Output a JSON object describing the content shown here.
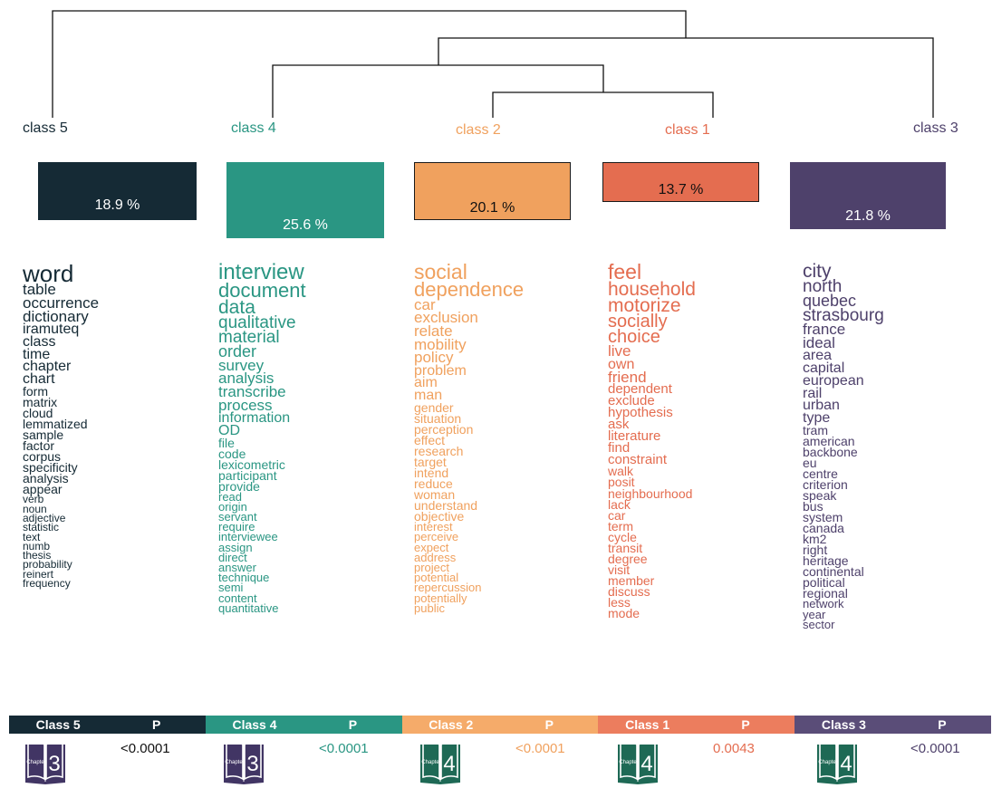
{
  "colors": {
    "class5": "#152a35",
    "class4": "#2a9683",
    "class2": "#f0a15e",
    "class1": "#e46d50",
    "class3": "#4e416b",
    "book_purple": "#413564",
    "book_green": "#1e6955"
  },
  "classes": [
    {
      "id": "class5",
      "label": "class 5",
      "percent": "18.9 %",
      "color": "#152a35",
      "words": [
        "word",
        "table",
        "occurrence",
        "dictionary",
        "iramuteq",
        "class",
        "time",
        "chapter",
        "chart",
        "form",
        "matrix",
        "cloud",
        "lemmatized",
        "sample",
        "factor",
        "corpus",
        "specificity",
        "analysis",
        "appear",
        "verb",
        "noun",
        "adjective",
        "statistic",
        "text",
        "numb",
        "thesis",
        "probability",
        "reinert",
        "frequency"
      ]
    },
    {
      "id": "class4",
      "label": "class 4",
      "percent": "25.6 %",
      "color": "#2a9683",
      "words": [
        "interview",
        "document",
        "data",
        "qualitative",
        "material",
        "order",
        "survey",
        "analysis",
        "transcribe",
        "process",
        "information",
        "OD",
        "file",
        "code",
        "lexicometric",
        "participant",
        "provide",
        "read",
        "origin",
        "servant",
        "require",
        "interviewee",
        "assign",
        "direct",
        "answer",
        "technique",
        "semi",
        "content",
        "quantitative"
      ]
    },
    {
      "id": "class2",
      "label": "class 2",
      "percent": "20.1 %",
      "color": "#f0a15e",
      "words": [
        "social",
        "dependence",
        "car",
        "exclusion",
        "relate",
        "mobility",
        "policy",
        "problem",
        "aim",
        "man",
        "gender",
        "situation",
        "perception",
        "effect",
        "research",
        "target",
        "intend",
        "reduce",
        "woman",
        "understand",
        "objective",
        "interest",
        "perceive",
        "expect",
        "address",
        "project",
        "potential",
        "repercussion",
        "potentially",
        "public"
      ]
    },
    {
      "id": "class1",
      "label": "class 1",
      "percent": "13.7 %",
      "color": "#e46d50",
      "words": [
        "feel",
        "household",
        "motorize",
        "socially",
        "choice",
        "live",
        "own",
        "friend",
        "dependent",
        "exclude",
        "hypothesis",
        "ask",
        "literature",
        "find",
        "constraint",
        "walk",
        "posit",
        "neighbourhood",
        "lack",
        "car",
        "term",
        "cycle",
        "transit",
        "degree",
        "visit",
        "member",
        "discuss",
        "less",
        "mode"
      ]
    },
    {
      "id": "class3",
      "label": "class 3",
      "percent": "21.8 %",
      "color": "#4e416b",
      "words": [
        "city",
        "north",
        "quebec",
        "strasbourg",
        "france",
        "ideal",
        "area",
        "capital",
        "european",
        "rail",
        "urban",
        "type",
        "tram",
        "american",
        "backbone",
        "eu",
        "centre",
        "criterion",
        "speak",
        "bus",
        "system",
        "canada",
        "km2",
        "right",
        "heritage",
        "continental",
        "political",
        "regional",
        "network",
        "year",
        "sector"
      ]
    }
  ],
  "table": {
    "header": [
      {
        "label": "Class 5",
        "color": "#152a35"
      },
      {
        "label": "P",
        "color": "#152a35"
      },
      {
        "label": "Class 4",
        "color": "#2a9683"
      },
      {
        "label": "P",
        "color": "#2a9683"
      },
      {
        "label": "Class 2",
        "color": "#f5ab6a"
      },
      {
        "label": "P",
        "color": "#f5ab6a"
      },
      {
        "label": "Class 1",
        "color": "#ec7d5e"
      },
      {
        "label": "P",
        "color": "#ec7d5e"
      },
      {
        "label": "Class 3",
        "color": "#5a4d78"
      },
      {
        "label": "P",
        "color": "#5a4d78"
      }
    ],
    "rows": [
      {
        "book_label": "Chapter",
        "book_number": "3",
        "book_color": "#413564",
        "p_value": "<0.0001",
        "p_color": "#111111"
      },
      {
        "book_label": "Chapter",
        "book_number": "3",
        "book_color": "#413564",
        "p_value": "<0.0001",
        "p_color": "#2a9683"
      },
      {
        "book_label": "Chapter",
        "book_number": "4",
        "book_color": "#1e6955",
        "p_value": "<0.0001",
        "p_color": "#f0a15e"
      },
      {
        "book_label": "Chapter",
        "book_number": "4",
        "book_color": "#1e6955",
        "p_value": "0.0043",
        "p_color": "#e46d50"
      },
      {
        "book_label": "Chapter",
        "book_number": "4",
        "book_color": "#1e6955",
        "p_value": "<0.0001",
        "p_color": "#4e416b"
      }
    ]
  }
}
